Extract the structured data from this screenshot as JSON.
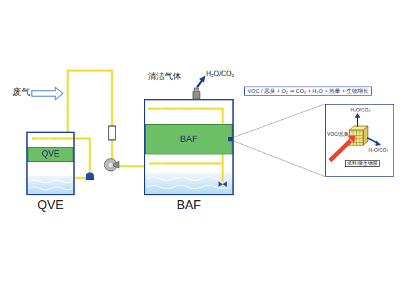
{
  "diagram": {
    "nodes": [
      {
        "text": [
          "QVE"
        ]
      },
      {
        "text": [
          "QVE"
        ],
        "in": 0
      },
      {
        "text": [
          "BAF"
        ]
      },
      {
        "text": [
          "BAF"
        ],
        "in": 2
      },
      {
        "text": [
          "VOC / 恶臭 + O₂ ⇒ CO₂ + H₂O + 热量 + 生物增长"
        ]
      },
      {
        "text": [
          "H₂O/CO₂",
          "VOC/恶臭",
          "填料/微生物膜",
          "H₂O/CO₂"
        ]
      }
    ],
    "edges": [
      {
        "from": 0,
        "to": 2,
        "arrow": "none"
      },
      {
        "from": 3,
        "to": 5,
        "arrow": "none"
      }
    ],
    "labels": [
      "废气",
      "清洁气体",
      "H₂O/CO₂"
    ]
  }
}
